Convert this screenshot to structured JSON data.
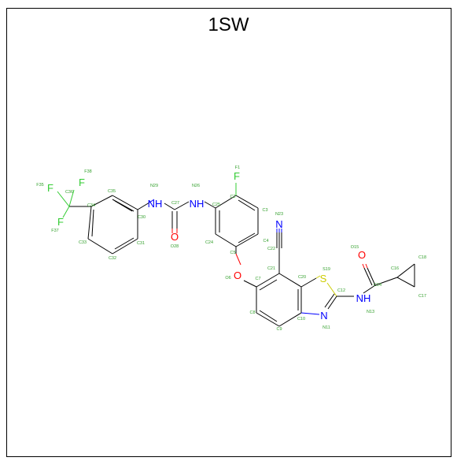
{
  "title": "1SW",
  "colors": {
    "carbon_label": "#33a02c",
    "nitrogen": "#0000ff",
    "oxygen": "#ff0000",
    "sulfur": "#cccc00",
    "fluorine": "#33cc33",
    "bond": "#000000"
  },
  "atoms": {
    "F": "F",
    "N": "N",
    "NH": "NH",
    "O": "O",
    "S": "S"
  },
  "labels": [
    "F35",
    "F38",
    "C36",
    "F37",
    "C35",
    "C34",
    "C33",
    "C32",
    "C31",
    "C30",
    "N29",
    "N26",
    "C27",
    "O28",
    "C25",
    "C24",
    "C5",
    "C4",
    "C3",
    "C2",
    "F1",
    "C22",
    "N23",
    "O6",
    "C7",
    "C8",
    "C9",
    "C10",
    "C21",
    "C20",
    "S19",
    "C12",
    "N11",
    "N13",
    "C14",
    "O15",
    "C16",
    "C17",
    "C18"
  ]
}
